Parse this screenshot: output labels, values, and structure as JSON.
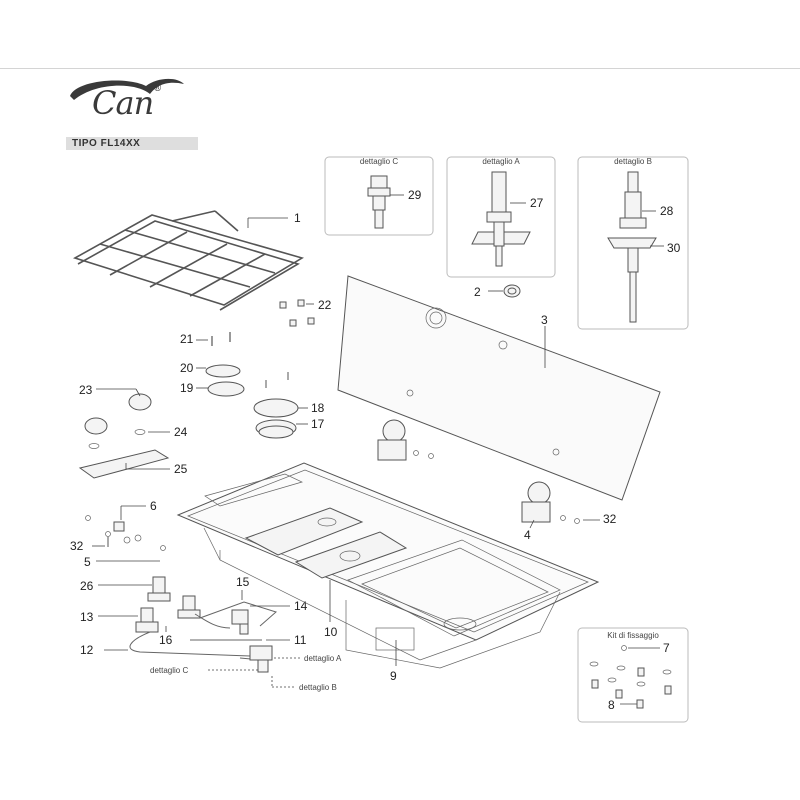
{
  "brand": {
    "name": "Can",
    "mark": "®"
  },
  "model": "TIPO FL14XX",
  "detail_boxes": {
    "c": "dettaglio C",
    "a": "dettaglio A",
    "b": "dettaglio B",
    "kit": "Kit di fissaggio"
  },
  "leader_notes": {
    "a": "dettaglio A",
    "b": "dettaglio B",
    "c": "dettaglio C"
  },
  "part_numbers": {
    "p1": "1",
    "p2": "2",
    "p3": "3",
    "p4": "4",
    "p5": "5",
    "p6": "6",
    "p7": "7",
    "p8": "8",
    "p9": "9",
    "p10": "10",
    "p11": "11",
    "p12": "12",
    "p13": "13",
    "p14": "14",
    "p15": "15",
    "p16": "16",
    "p17": "17",
    "p18": "18",
    "p19": "19",
    "p20": "20",
    "p21": "21",
    "p22": "22",
    "p23": "23",
    "p24": "24",
    "p25": "25",
    "p26": "26",
    "p27": "27",
    "p28": "28",
    "p29": "29",
    "p30": "30",
    "p32a": "32",
    "p32b": "32"
  }
}
